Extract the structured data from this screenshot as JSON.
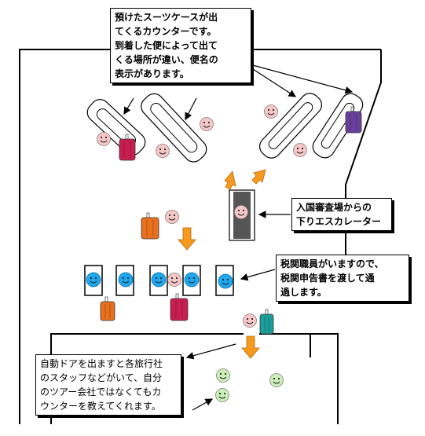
{
  "callouts": {
    "carousel_lines": [
      "預けたスーツケースが出",
      "てくるカウンターです。",
      "到着した便によって出て",
      "くる場所が違い、便名の",
      "表示があります。"
    ],
    "escalator_lines": [
      "入国審査場からの",
      "下りエスカレーター"
    ],
    "customs_lines": [
      "税関職員がいますので、",
      "税関申告書を渡して通",
      "過します。"
    ],
    "exit_lines": [
      "自動ドアを出ますと各旅行社",
      "のスタッフなどがいて、自分",
      "のツアー会社ではなくてもカ",
      "ウンターを教えてくれます。"
    ]
  },
  "colors": {
    "smiley_pink": "#f6c7c7",
    "smiley_blue": "#1fa8ef",
    "smiley_green": "#c9f0b8",
    "arrow_orange": "#f59a1c",
    "escalator_gray": "#555555",
    "suitcase_red": "#c61f4f",
    "suitcase_orange": "#e8701f",
    "suitcase_purple": "#6a3f9c",
    "suitcase_teal": "#1c9f9c"
  }
}
